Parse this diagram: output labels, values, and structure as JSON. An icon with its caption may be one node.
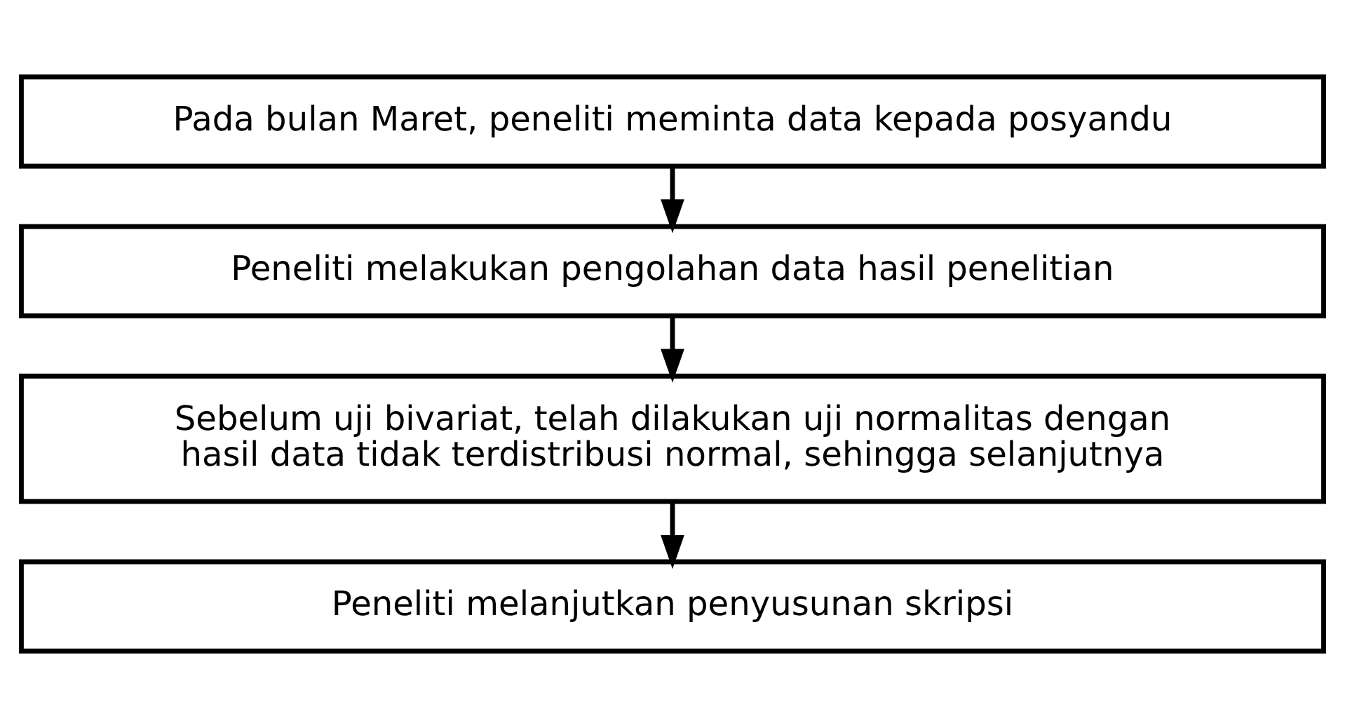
{
  "diagram": {
    "nodes": [
      {
        "text": [
          "Pada bulan Maret, peneliti meminta data kepada posyandu"
        ]
      },
      {
        "text": [
          "Peneliti melakukan pengolahan data hasil penelitian"
        ]
      },
      {
        "text": [
          "Sebelum uji bivariat, telah dilakukan uji normalitas dengan hasil data tidak terdistribusi normal, sehingga selanjutnya"
        ]
      },
      {
        "text": [
          "Peneliti melanjutkan penyusunan skripsi"
        ]
      }
    ],
    "edges": [
      {
        "from": 0,
        "to": 1,
        "arrow": "to"
      },
      {
        "from": 1,
        "to": 2,
        "arrow": "to"
      },
      {
        "from": 2,
        "to": 3,
        "arrow": "to"
      }
    ]
  }
}
